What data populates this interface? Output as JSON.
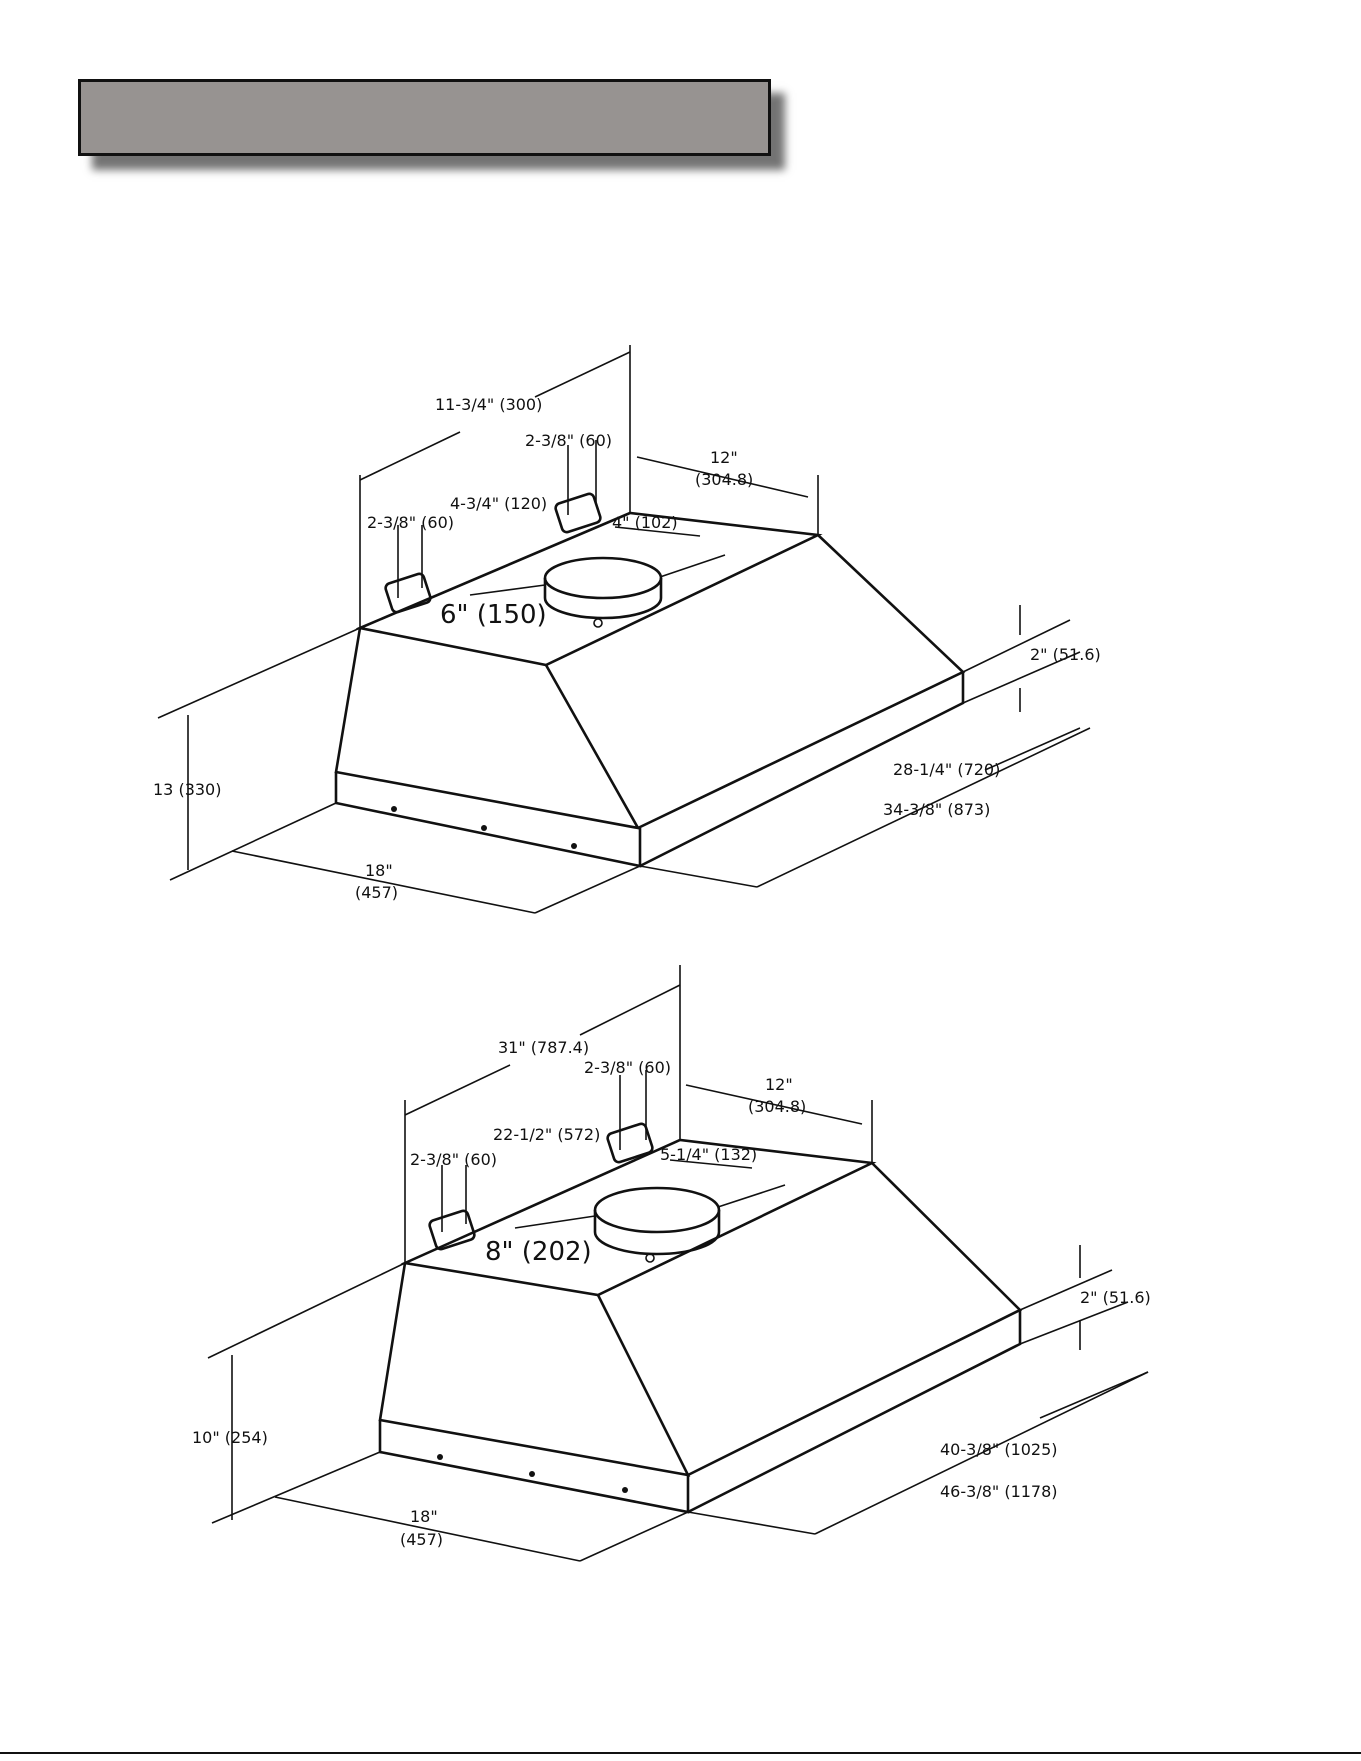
{
  "banner": {
    "title": ""
  },
  "hood_a": {
    "width_top": "11-3/4\" (300)",
    "bracket_left": "2-3/8\" (60)",
    "bracket_right": "2-3/8\" (60)",
    "bracket_spacing": "4-3/4\" (120)",
    "duct_offset": "4\" (102)",
    "depth_top_in": "12\"",
    "depth_top_mm": "(304.8)",
    "duct_diameter": "6\" (150)",
    "lip_height": "2\" (51.6)",
    "height": "13 (330)",
    "base_width_in": "18\"",
    "base_width_mm": "(457)",
    "length_inner": "28-1/4\" (720)",
    "length_outer": "34-3/8\" (873)"
  },
  "hood_b": {
    "width_top": "31\" (787.4)",
    "bracket_left": "2-3/8\" (60)",
    "bracket_right": "2-3/8\" (60)",
    "bracket_spacing": "22-1/2\" (572)",
    "duct_offset": "5-1/4\" (132)",
    "depth_top_in": "12\"",
    "depth_top_mm": "(304.8)",
    "duct_diameter": "8\" (202)",
    "lip_height": "2\" (51.6)",
    "height": "10\" (254)",
    "base_width_in": "18\"",
    "base_width_mm": "(457)",
    "length_inner": "40-3/8\" (1025)",
    "length_outer": "46-3/8\" (1178)"
  }
}
